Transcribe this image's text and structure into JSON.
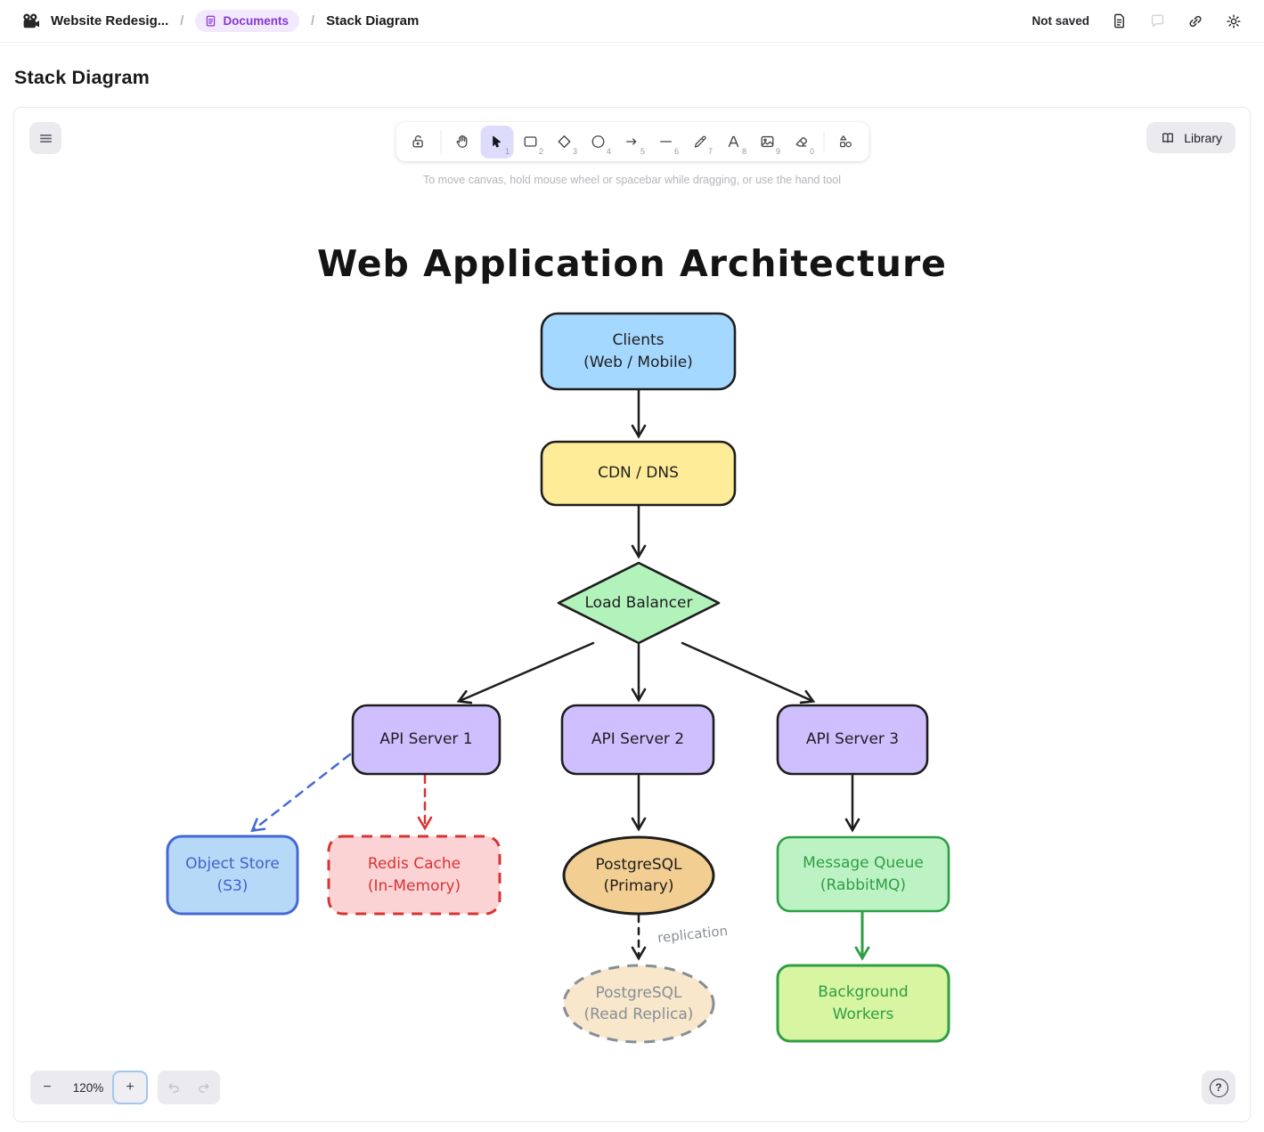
{
  "topbar": {
    "project": "Website Redesig...",
    "documents": "Documents",
    "current": "Stack Diagram",
    "separator": "/",
    "status": "Not saved"
  },
  "page_title": "Stack Diagram",
  "toolbar": {
    "tools": [
      {
        "name": "lock",
        "shortcut": ""
      },
      {
        "name": "hand",
        "shortcut": ""
      },
      {
        "name": "selection",
        "shortcut": "1",
        "active": true
      },
      {
        "name": "rectangle",
        "shortcut": "2"
      },
      {
        "name": "diamond",
        "shortcut": "3"
      },
      {
        "name": "ellipse",
        "shortcut": "4"
      },
      {
        "name": "arrow",
        "shortcut": "5"
      },
      {
        "name": "line",
        "shortcut": "6"
      },
      {
        "name": "draw",
        "shortcut": "7"
      },
      {
        "name": "text",
        "shortcut": "8"
      },
      {
        "name": "image",
        "shortcut": "9"
      },
      {
        "name": "eraser",
        "shortcut": "0"
      },
      {
        "name": "more-tools",
        "shortcut": ""
      }
    ],
    "library_label": "Library"
  },
  "canvas": {
    "hint": "To move canvas, hold mouse wheel or spacebar while dragging, or use the hand tool",
    "zoom_level": "120%",
    "zoom_out_label": "−",
    "zoom_in_label": "+",
    "help_label": "?"
  },
  "diagram": {
    "title": "Web Application Architecture",
    "nodes": {
      "clients": {
        "line1": "Clients",
        "line2": "(Web / Mobile)"
      },
      "cdn": {
        "line1": "CDN / DNS"
      },
      "load_balancer": {
        "line1": "Load Balancer"
      },
      "api1": {
        "line1": "API Server 1"
      },
      "api2": {
        "line1": "API Server 2"
      },
      "api3": {
        "line1": "API Server 3"
      },
      "object_store": {
        "line1": "Object Store",
        "line2": "(S3)"
      },
      "redis": {
        "line1": "Redis Cache",
        "line2": "(In-Memory)"
      },
      "pg_primary": {
        "line1": "PostgreSQL",
        "line2": "(Primary)"
      },
      "mq": {
        "line1": "Message Queue",
        "line2": "(RabbitMQ)"
      },
      "pg_replica": {
        "line1": "PostgreSQL",
        "line2": "(Read Replica)"
      },
      "workers": {
        "line1": "Background",
        "line2": "Workers"
      }
    },
    "edge_labels": {
      "replication": "replication"
    },
    "colors": {
      "blue_fill": "#a5d8ff",
      "yellow_fill": "#ffec99",
      "green_fill": "#b2f2bb",
      "purple_fill": "#d0bfff",
      "red_fill": "#fbd3d4",
      "orange_fill": "#f2ce92",
      "lime_fill": "#d8f5a2",
      "tan_fill": "#f8e7cb",
      "light_blue_fill": "#b7d9f8",
      "stroke_dark": "#1e1e1e",
      "stroke_blue": "#4569d4",
      "stroke_red": "#d83434",
      "stroke_green": "#2f9e44",
      "stroke_gray": "#868e96",
      "accent_purple": "#8636d6"
    }
  }
}
